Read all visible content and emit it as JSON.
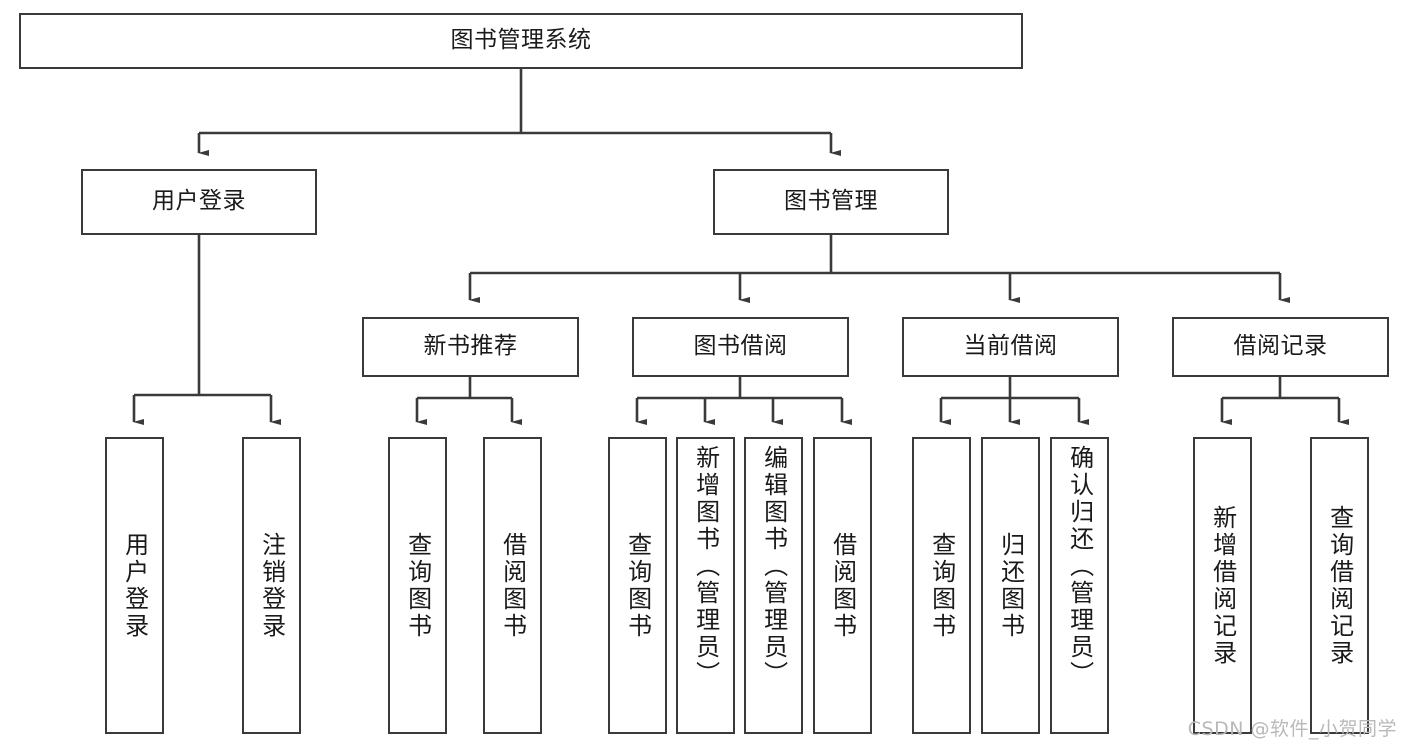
{
  "diagram": {
    "title": "图书管理系统",
    "type": "tree-hierarchy-diagram",
    "colors": {
      "stroke": "#3a3a3a",
      "fill": "#ffffff",
      "text": "#1a1a1a",
      "watermark": "#b9b9b9"
    },
    "root": {
      "label": "图书管理系统"
    },
    "level2": [
      {
        "label": "用户登录"
      },
      {
        "label": "图书管理"
      }
    ],
    "level3": [
      {
        "label": "新书推荐"
      },
      {
        "label": "图书借阅"
      },
      {
        "label": "当前借阅"
      },
      {
        "label": "借阅记录"
      }
    ],
    "leaves": [
      {
        "label": "用户登录",
        "parent": "用户登录"
      },
      {
        "label": "注销登录",
        "parent": "用户登录"
      },
      {
        "label": "查询图书",
        "parent": "新书推荐"
      },
      {
        "label": "借阅图书",
        "parent": "新书推荐"
      },
      {
        "label": "查询图书",
        "parent": "图书借阅"
      },
      {
        "label": "新增图书（管理员）",
        "parent": "图书借阅"
      },
      {
        "label": "编辑图书（管理员）",
        "parent": "图书借阅"
      },
      {
        "label": "借阅图书",
        "parent": "图书借阅"
      },
      {
        "label": "查询图书",
        "parent": "当前借阅"
      },
      {
        "label": "归还图书",
        "parent": "当前借阅"
      },
      {
        "label": "确认归还（管理员）",
        "parent": "当前借阅"
      },
      {
        "label": "新增借阅记录",
        "parent": "借阅记录"
      },
      {
        "label": "查询借阅记录",
        "parent": "借阅记录"
      }
    ]
  },
  "watermark": {
    "text": "CSDN @软件_小贺同学"
  }
}
